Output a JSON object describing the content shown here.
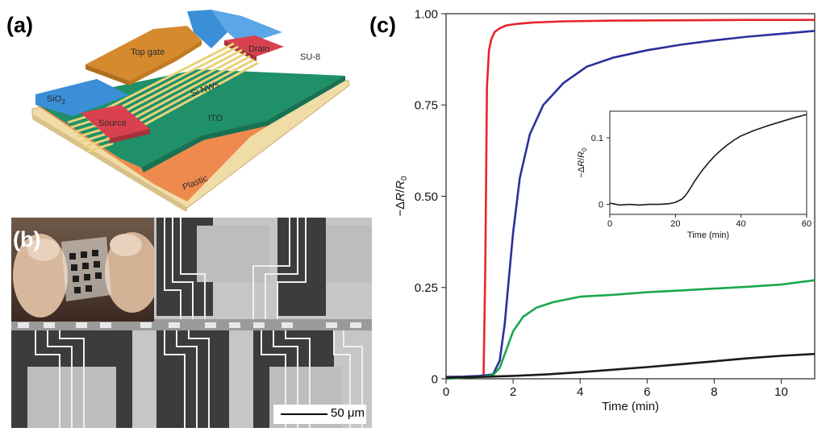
{
  "panels": {
    "a": "(a)",
    "b": "(b)",
    "c": "(c)"
  },
  "diagram_labels": {
    "top_gate": "Top gate",
    "drain": "Drain",
    "su8": "SU-8",
    "sio2": "SiO",
    "sio2_sub": "2",
    "si_nws": "Si NWs",
    "source": "Source",
    "ito": "ITO",
    "plastic": "Plastic"
  },
  "scale_bar": {
    "label": "50 μm"
  },
  "colors": {
    "red": "#e8242b",
    "blue": "#2b2f9a",
    "green": "#1aa74a",
    "black": "#1a1a1a",
    "sio2": "#3a8fd6",
    "gate": "#d58a2d",
    "contact": "#d9414e",
    "su8": "#1f9068",
    "ito": "#ef8a4e",
    "plastic": "#efdca6",
    "nanowire": "#e8d37a"
  },
  "chart_data": [
    {
      "type": "line",
      "xlabel": "Time (min)",
      "ylabel_parts": {
        "minus": "−Δ",
        "r": "R",
        "slash": "/",
        "r0": "R",
        "sub": "0"
      },
      "xlim": [
        0,
        11
      ],
      "ylim": [
        0,
        1.0
      ],
      "xticks": [
        0,
        2,
        4,
        6,
        8,
        10
      ],
      "yticks": [
        0,
        0.25,
        0.5,
        0.75,
        1.0
      ],
      "ytick_labels": [
        "0",
        "0.25",
        "0.50",
        "0.75",
        "1.00"
      ],
      "series": [
        {
          "color_key": "red",
          "x": [
            0,
            0.5,
            1.0,
            1.12,
            1.17,
            1.22,
            1.28,
            1.35,
            1.45,
            1.6,
            1.8,
            2.1,
            2.6,
            3.5,
            5,
            7,
            9,
            11
          ],
          "y": [
            0.0,
            0.003,
            0.006,
            0.01,
            0.3,
            0.8,
            0.9,
            0.93,
            0.95,
            0.96,
            0.968,
            0.972,
            0.976,
            0.979,
            0.981,
            0.982,
            0.983,
            0.983
          ]
        },
        {
          "color_key": "blue",
          "x": [
            0,
            0.5,
            1.0,
            1.4,
            1.6,
            1.75,
            1.9,
            2.0,
            2.2,
            2.5,
            2.9,
            3.5,
            4.2,
            5,
            6,
            7,
            8,
            9,
            10,
            11
          ],
          "y": [
            0.005,
            0.006,
            0.008,
            0.012,
            0.05,
            0.15,
            0.3,
            0.4,
            0.55,
            0.67,
            0.75,
            0.81,
            0.855,
            0.88,
            0.9,
            0.915,
            0.927,
            0.937,
            0.945,
            0.953
          ]
        },
        {
          "color_key": "green",
          "x": [
            0,
            0.5,
            1.0,
            1.4,
            1.6,
            1.8,
            2.0,
            2.3,
            2.7,
            3.2,
            4,
            5,
            6,
            7,
            8,
            9,
            10,
            11
          ],
          "y": [
            0.0,
            0.003,
            0.005,
            0.01,
            0.03,
            0.08,
            0.13,
            0.17,
            0.195,
            0.21,
            0.225,
            0.23,
            0.237,
            0.242,
            0.247,
            0.252,
            0.258,
            0.27
          ]
        },
        {
          "color_key": "black",
          "x": [
            0,
            1,
            2,
            3,
            4,
            5,
            6,
            7,
            8,
            9,
            10,
            11
          ],
          "y": [
            0.003,
            0.005,
            0.008,
            0.012,
            0.018,
            0.025,
            0.032,
            0.04,
            0.048,
            0.056,
            0.063,
            0.068
          ]
        }
      ]
    },
    {
      "type": "line",
      "inset": true,
      "xlabel": "Time (min)",
      "ylabel_parts": {
        "minus": "−Δ",
        "r": "R",
        "slash": "/",
        "r0": "R",
        "sub": "0"
      },
      "xlim": [
        0,
        60
      ],
      "ylim": [
        -0.015,
        0.14
      ],
      "xticks": [
        0,
        20,
        40,
        60
      ],
      "yticks": [
        0,
        0.1
      ],
      "ytick_labels": [
        "0",
        "0.1"
      ],
      "series": [
        {
          "color_key": "black",
          "x": [
            0,
            3,
            6,
            9,
            12,
            15,
            18,
            20,
            22,
            23,
            24,
            25,
            26,
            28,
            30,
            32,
            34,
            36,
            38,
            40,
            44,
            48,
            52,
            56,
            60
          ],
          "y": [
            0.002,
            -0.001,
            0.0,
            -0.001,
            0.0,
            0.0,
            0.001,
            0.003,
            0.008,
            0.013,
            0.02,
            0.028,
            0.036,
            0.05,
            0.062,
            0.073,
            0.082,
            0.09,
            0.097,
            0.103,
            0.111,
            0.118,
            0.124,
            0.13,
            0.135
          ]
        }
      ]
    }
  ]
}
